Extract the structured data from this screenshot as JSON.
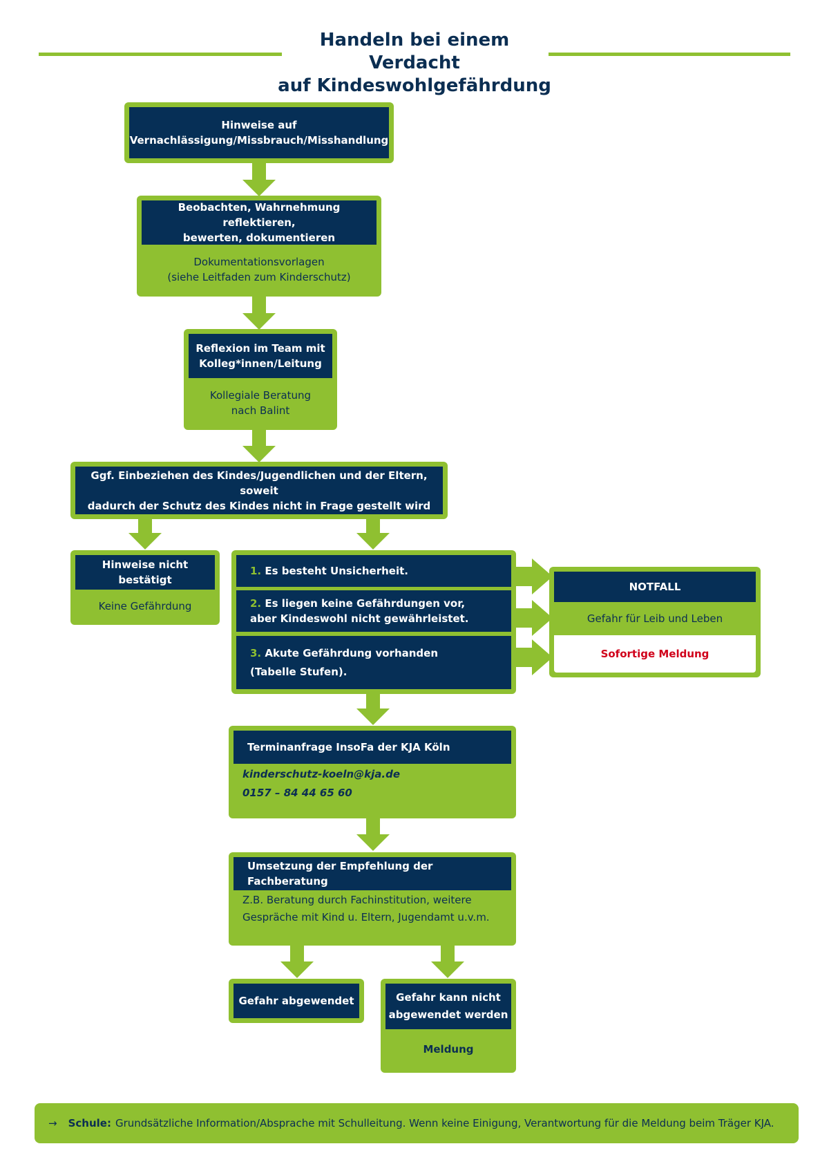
{
  "title": {
    "line1": "Handeln bei einem Verdacht",
    "line2": "auf Kindeswohlgefährdung"
  },
  "boxes": {
    "hinweise": {
      "line1": "Hinweise auf",
      "line2": "Vernachlässigung/Missbrauch/Misshandlung"
    },
    "beobachten": {
      "head1": "Beobachten, Wahrnehmung reflektieren,",
      "head2": "bewerten, dokumentieren",
      "sub1": "Dokumentationsvorlagen",
      "sub2": "(siehe Leitfaden zum Kinderschutz)"
    },
    "reflexion": {
      "head1": "Reflexion im Team mit",
      "head2": "Kolleg*innen/Leitung",
      "sub1": "Kollegiale Beratung",
      "sub2": "nach Balint"
    },
    "einbeziehen": {
      "line1": "Ggf. Einbeziehen des Kindes/Jugendlichen und der Eltern, soweit",
      "line2": "dadurch der Schutz des Kindes nicht in Frage gestellt wird"
    },
    "nicht_bestaetigt": {
      "head": "Hinweise nicht bestätigt",
      "sub": "Keine Gefährdung"
    },
    "options": {
      "o1_num": "1.",
      "o1_text": "Es besteht Unsicherheit.",
      "o2_num": "2.",
      "o2_line1": "Es liegen keine Gefährdungen vor,",
      "o2_line2": "aber Kindeswohl nicht gewährleistet.",
      "o3_num": "3.",
      "o3_line1": "Akute Gefährdung vorhanden",
      "o3_line2": "(Tabelle Stufen)."
    },
    "notfall": {
      "head": "NOTFALL",
      "sub": "Gefahr für Leib und Leben",
      "alert": "Sofortige Meldung"
    },
    "termin": {
      "head": "Terminanfrage InsoFa der KJA Köln",
      "email": "kinderschutz-koeln@kja.de",
      "phone": "0157 – 84 44 65 60"
    },
    "umsetzung": {
      "head": "Umsetzung der Empfehlung der Fachberatung",
      "sub1": "Z.B. Beratung durch Fachinstitution, weitere",
      "sub2": "Gespräche mit Kind u. Eltern, Jugendamt u.v.m."
    },
    "abgewendet": {
      "head": "Gefahr abgewendet"
    },
    "nicht_abgewendet": {
      "head1": "Gefahr kann nicht",
      "head2": "abgewendet werden",
      "sub": "Meldung"
    }
  },
  "footer": {
    "arrow": "→",
    "label": "Schule:",
    "text": "Grundsätzliche Information/Absprache mit Schulleitung. Wenn keine Einigung, Verantwortung für die Meldung beim Träger KJA."
  },
  "colors": {
    "green": "#8fc031",
    "navy": "#062f56",
    "text": "#0b2e52",
    "alert": "#d0021b"
  }
}
